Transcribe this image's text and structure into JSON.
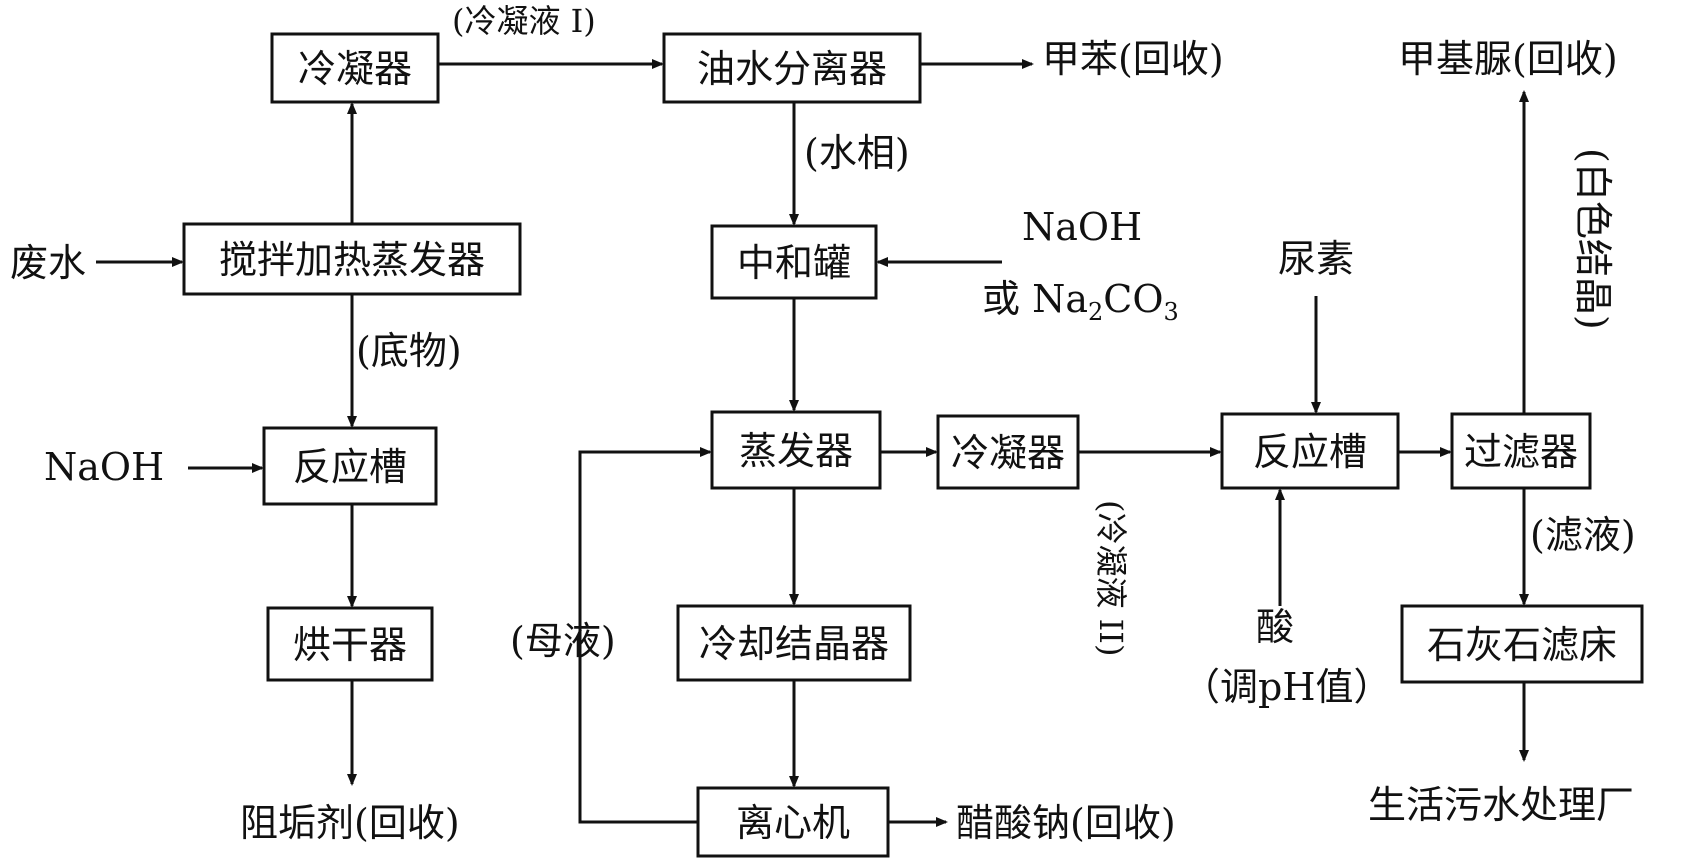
{
  "diagram": {
    "nodes": {
      "condenser_top": "冷凝器",
      "oil_water_separator": "油水分离器",
      "stirred_evaporator": "搅拌加热蒸发器",
      "neutralization_tank": "中和罐",
      "reaction_tank_left": "反应槽",
      "evaporator": "蒸发器",
      "condenser_mid": "冷凝器",
      "reaction_tank_right": "反应槽",
      "filter": "过滤器",
      "dryer": "烘干器",
      "cooling_crystallizer": "冷却结晶器",
      "limestone_filter_bed": "石灰石滤床",
      "centrifuge": "离心机"
    },
    "labels": {
      "wastewater": "废水",
      "condensate_1": "(冷凝液 I)",
      "toluene_recovery": "甲苯(回收)",
      "methylurea_recovery": "甲基脲(回收)",
      "aqueous_phase": "(水相)",
      "naoh_or_na2co3_line1": "NaOH",
      "naoh_or_na2co3_line2_prefix": "或 Na",
      "naoh_or_na2co3_sub1": "2",
      "naoh_or_na2co3_mid": "CO",
      "naoh_or_na2co3_sub2": "3",
      "urea": "尿素",
      "bottoms": "(底物)",
      "naoh_left": "NaOH",
      "white_crystals": "(白色结晶)",
      "condensate_2": "(冷凝液 II)",
      "filtrate": "(滤液)",
      "mother_liquor": "(母液)",
      "acid": "酸",
      "adjust_ph": "（调pH值）",
      "scale_inhibitor_recovery": "阻垢剂(回收)",
      "sodium_acetate_recovery": "醋酸钠(回收)",
      "sewage_plant": "生活污水处理厂"
    }
  }
}
